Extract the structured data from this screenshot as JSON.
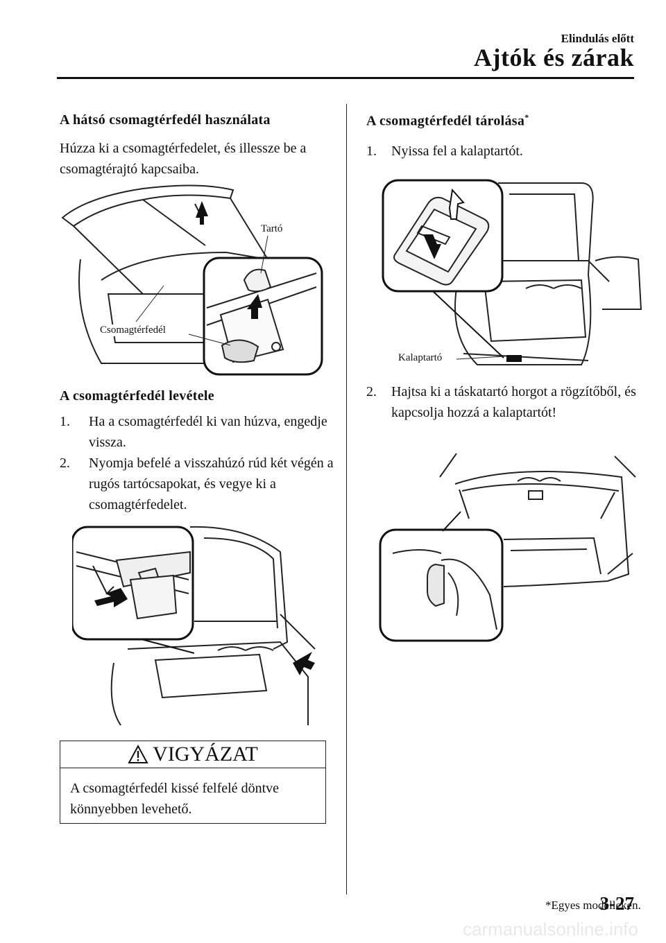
{
  "header": {
    "section": "Elindulás előtt",
    "chapter": "Ajtók és zárak"
  },
  "left": {
    "heading1": "A hátsó csomagtérfedél használata",
    "para1": "Húzza ki a csomagtérfedelet, és illessze be a csomagtérajtó kapcsaiba.",
    "fig1": {
      "label_tarto": "Tartó",
      "label_csomag": "Csomagtérfedél"
    },
    "heading2": "A csomagtérfedél levétele",
    "steps": [
      {
        "num": "1.",
        "text": "Ha a csomagtérfedél ki van húzva, engedje vissza."
      },
      {
        "num": "2.",
        "text": "Nyomja befelé a visszahúzó rúd két végén a rugós tartócsapokat, és vegye ki a csomagtérfedelet."
      }
    ],
    "warning": {
      "title": "VIGYÁZAT",
      "text": "A csomagtérfedél kissé felfelé döntve könnyebben levehető."
    }
  },
  "right": {
    "heading": "A csomagtérfedél tárolása",
    "heading_mark": "*",
    "steps": [
      {
        "num": "1.",
        "text": "Nyissa fel a kalaptartót."
      },
      {
        "num": "2.",
        "text": "Hajtsa ki a táskatartó horgot a rögzítőből, és kapcsolja hozzá a kalaptartót!"
      }
    ],
    "fig_kalap_label": "Kalaptartó"
  },
  "footer": {
    "note": "*Egyes modelleken.",
    "page": "3-27",
    "watermark": "carmanualsonline.info"
  }
}
